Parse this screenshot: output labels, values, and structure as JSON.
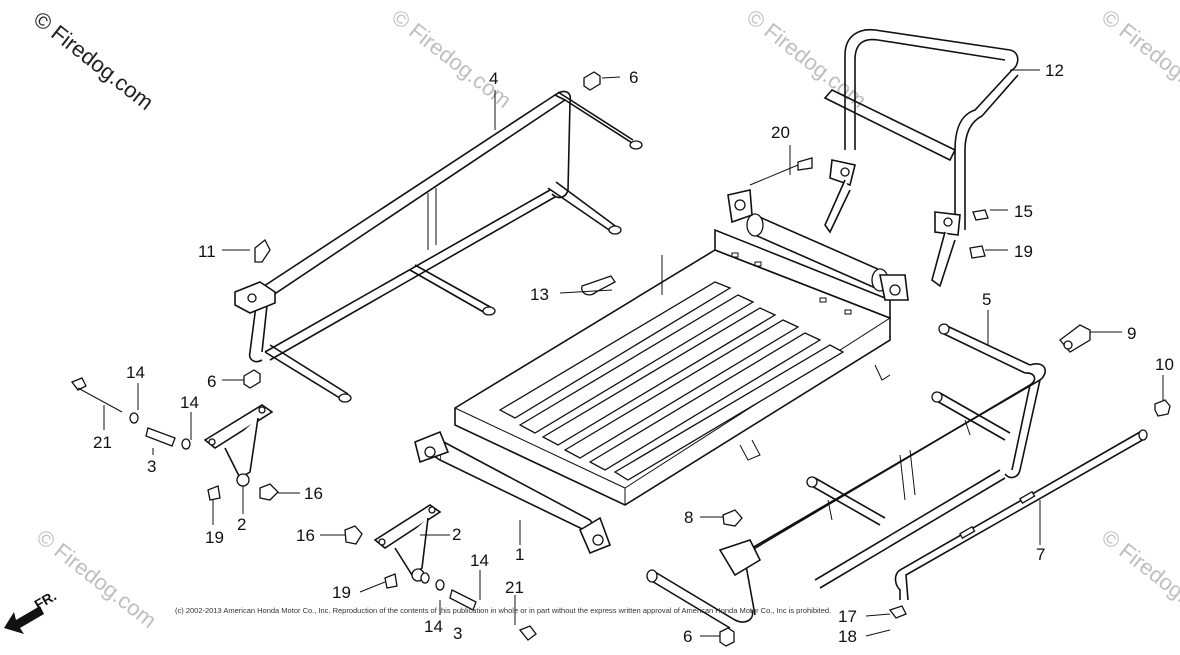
{
  "site": {
    "watermark": "© Firedog.com"
  },
  "copyright": "(c) 2002-2013 American Honda Motor Co., Inc. Reproduction of the contents of this publication in whole or in part without the express written approval of American Honda Motor Co., Inc is prohibited.",
  "direction": {
    "label": "FR."
  },
  "callouts": {
    "c1": "1",
    "c2a": "2",
    "c2b": "2",
    "c3a": "3",
    "c3b": "3",
    "c4": "4",
    "c5": "5",
    "c6a": "6",
    "c6b": "6",
    "c6c": "6",
    "c7": "7",
    "c8": "8",
    "c9": "9",
    "c10": "10",
    "c11": "11",
    "c12": "12",
    "c13": "13",
    "c14a": "14",
    "c14b": "14",
    "c14c": "14",
    "c14d": "14",
    "c15": "15",
    "c16a": "16",
    "c16b": "16",
    "c17": "17",
    "c18": "18",
    "c19a": "19",
    "c19b": "19",
    "c19c": "19",
    "c20": "20",
    "c21a": "21",
    "c21b": "21"
  }
}
